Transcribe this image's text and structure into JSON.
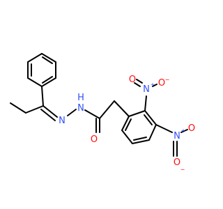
{
  "molecule": {
    "atoms": {
      "hn_n": "N",
      "hn_h": "H",
      "imine_n": "N",
      "carbonyl_o": "O",
      "nitro1_n": "N",
      "nitro1_plus": "+",
      "nitro1_o_top": "O",
      "nitro1_o_right": "O",
      "nitro1_minus": "−",
      "nitro2_n": "N",
      "nitro2_plus": "+",
      "nitro2_o_left": "O",
      "nitro2_o_bottom": "O",
      "nitro2_minus": "−"
    }
  },
  "colors": {
    "bond": "#000000",
    "nitrogen": "#3050F8",
    "oxygen": "#FF0D0D"
  }
}
